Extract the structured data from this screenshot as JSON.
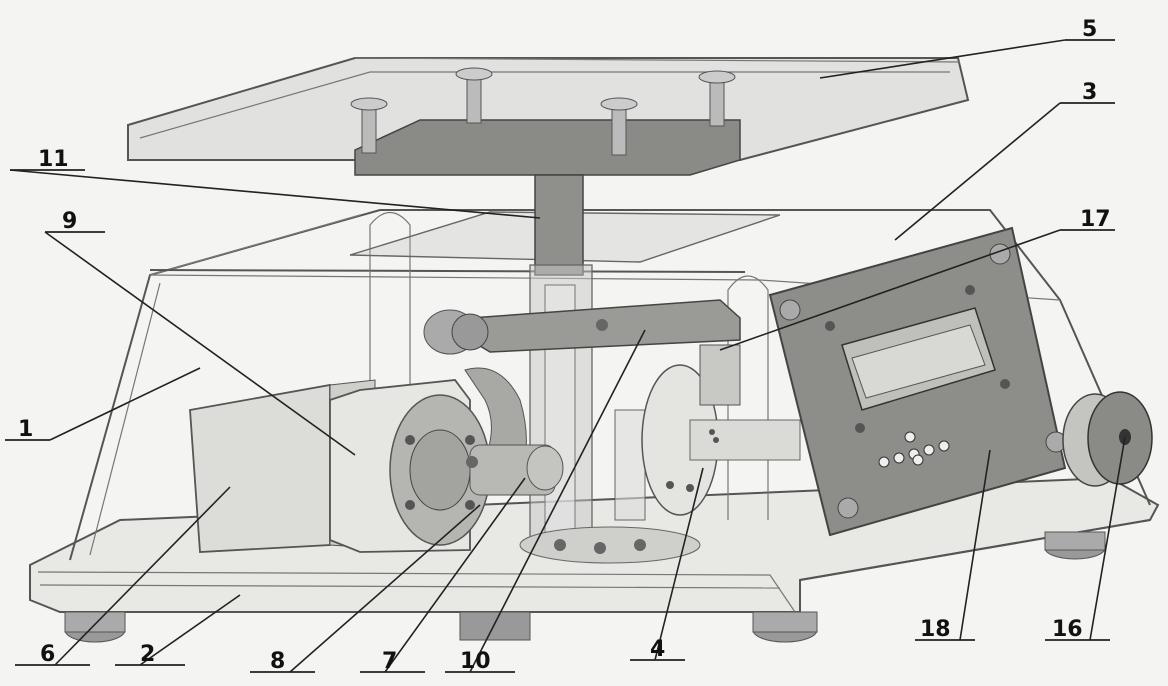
{
  "figure": {
    "callouts": [
      {
        "id": "c1",
        "text": "1"
      },
      {
        "id": "c2",
        "text": "2"
      },
      {
        "id": "c3",
        "text": "3"
      },
      {
        "id": "c4",
        "text": "4"
      },
      {
        "id": "c5",
        "text": "5"
      },
      {
        "id": "c6",
        "text": "6"
      },
      {
        "id": "c7",
        "text": "7"
      },
      {
        "id": "c8",
        "text": "8"
      },
      {
        "id": "c9",
        "text": "9"
      },
      {
        "id": "c10",
        "text": "10"
      },
      {
        "id": "c11",
        "text": "11"
      },
      {
        "id": "c16",
        "text": "16"
      },
      {
        "id": "c17",
        "text": "17"
      },
      {
        "id": "c18",
        "text": "18"
      }
    ]
  }
}
